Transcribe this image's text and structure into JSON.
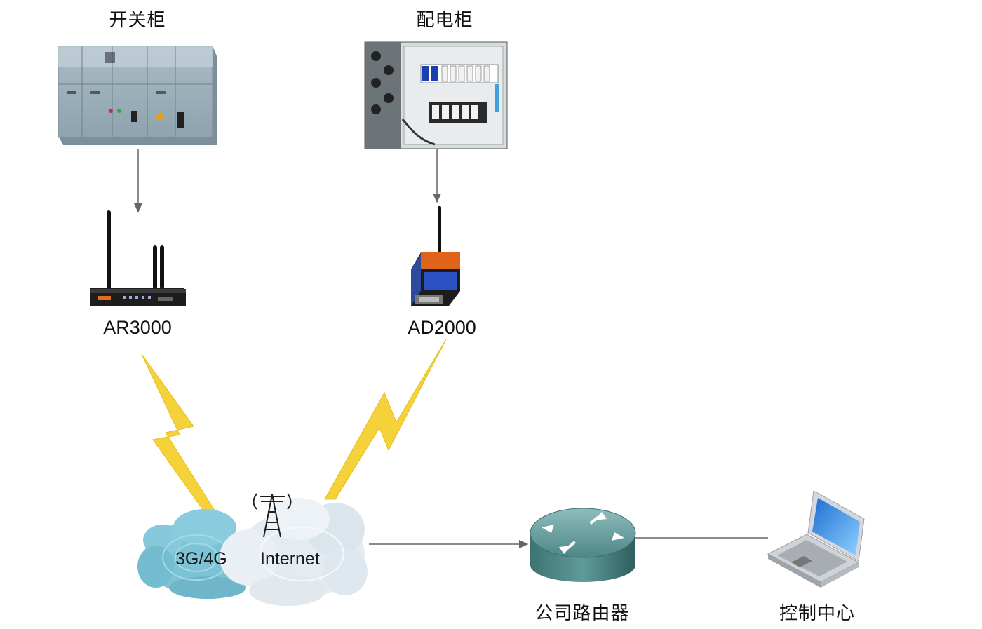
{
  "nodes": {
    "switchgear": {
      "label": "开关柜"
    },
    "distribution_cabinet": {
      "label": "配电柜"
    },
    "router_ar3000": {
      "label": "AR3000"
    },
    "modem_ad2000": {
      "label": "AD2000"
    },
    "cloud_3g4g": {
      "label": "3G/4G"
    },
    "cloud_internet": {
      "label": "Internet"
    },
    "company_router": {
      "label": "公司路由器"
    },
    "control_center": {
      "label": "控制中心"
    }
  },
  "colors": {
    "lightning": "#f5d23a",
    "cloud_left": "#7cc3d6",
    "cloud_right": "#e4ecf2",
    "connector": "#666666",
    "router_body": "#4f8f8f"
  }
}
